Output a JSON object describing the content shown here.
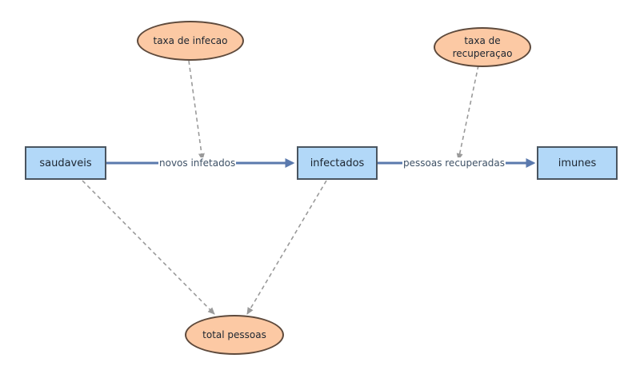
{
  "stocks": {
    "saudaveis": "saudaveis",
    "infectados": "infectados",
    "imunes": "imunes"
  },
  "flows": {
    "novos_infetados": "novos infetados",
    "pessoas_recuperadas": "pessoas recuperadas"
  },
  "auxiliaries": {
    "taxa_infecao": "taxa de infecao",
    "taxa_recuperacao_line1": "taxa de",
    "taxa_recuperacao_line2": "recuperaçao",
    "total_pessoas": "total pessoas"
  },
  "colors": {
    "stock_fill": "#b2d8f8",
    "aux_fill": "#fcc9a4",
    "flow_pipe": "#5a79ad",
    "link": "#9a9a9a"
  }
}
